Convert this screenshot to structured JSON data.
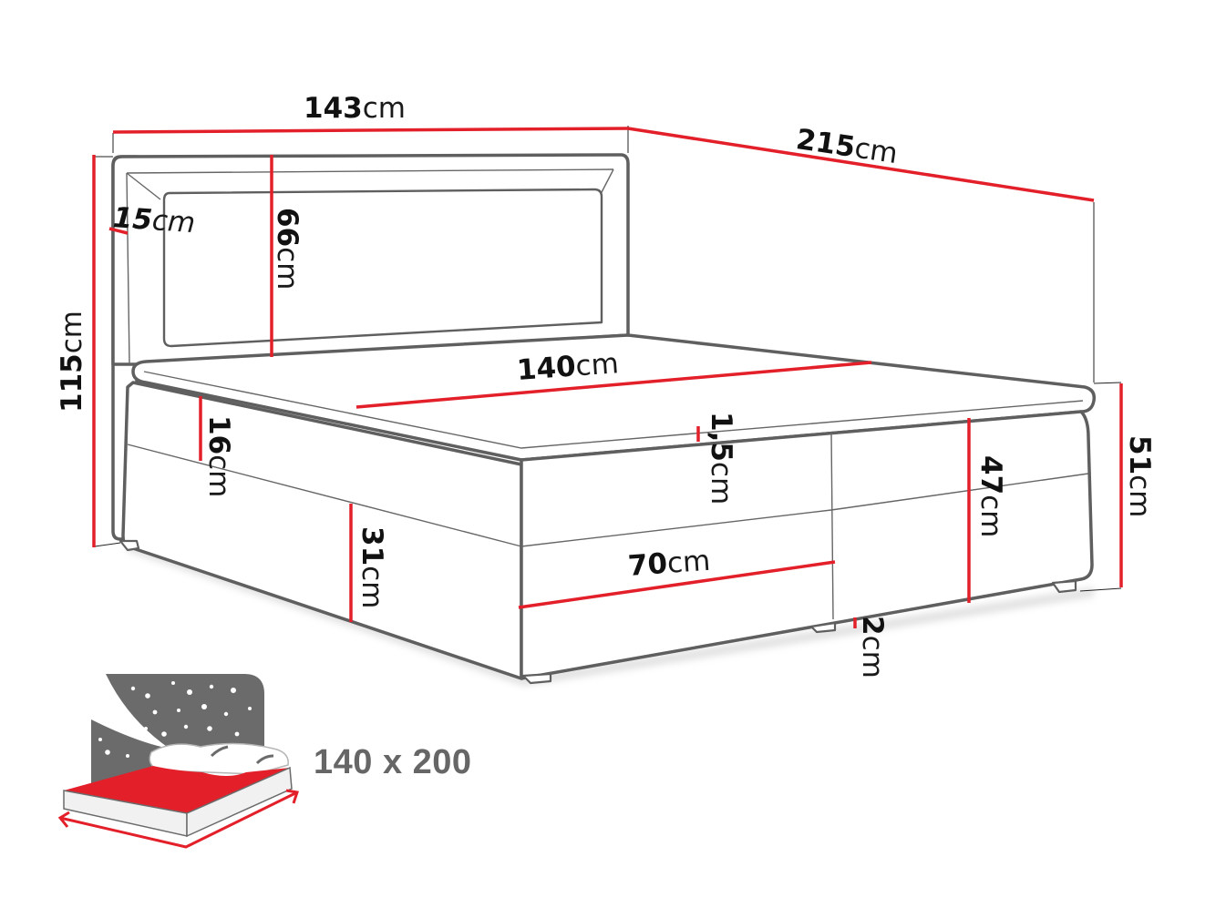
{
  "diagram": {
    "title": "Boxspring bed dimension drawing",
    "colors": {
      "dimension_line": "#e3202a",
      "outline": "#5f5f5f",
      "icon_gray": "#6b6b6b",
      "icon_red": "#e3202a",
      "size_text": "#666666"
    },
    "dimensions": {
      "total_width": {
        "value": "143",
        "unit": "cm",
        "meaning": "overall width"
      },
      "total_length": {
        "value": "215",
        "unit": "cm",
        "meaning": "overall length"
      },
      "total_height": {
        "value": "115",
        "unit": "cm",
        "meaning": "headboard height"
      },
      "headboard_frame": {
        "value": "15",
        "unit": "cm",
        "meaning": "headboard border thickness"
      },
      "headboard_panel": {
        "value": "66",
        "unit": "cm",
        "meaning": "headboard panel height"
      },
      "mattress_width": {
        "value": "140",
        "unit": "cm",
        "meaning": "sleeping area width"
      },
      "topper": {
        "value": "1,5",
        "unit": "cm",
        "meaning": "topper thickness"
      },
      "mattress_height": {
        "value": "16",
        "unit": "cm",
        "meaning": "mattress height"
      },
      "base_height": {
        "value": "31",
        "unit": "cm",
        "meaning": "box base height"
      },
      "base_section_width": {
        "value": "70",
        "unit": "cm",
        "meaning": "half base width"
      },
      "legs": {
        "value": "2",
        "unit": "cm",
        "meaning": "leg height"
      },
      "side_height": {
        "value": "47",
        "unit": "cm",
        "meaning": "side height"
      },
      "sleeping_height": {
        "value": "51",
        "unit": "cm",
        "meaning": "total bed height excl. headboard"
      }
    },
    "size_badge": {
      "icon": "bed-night-icon",
      "label": "140 x 200"
    }
  }
}
